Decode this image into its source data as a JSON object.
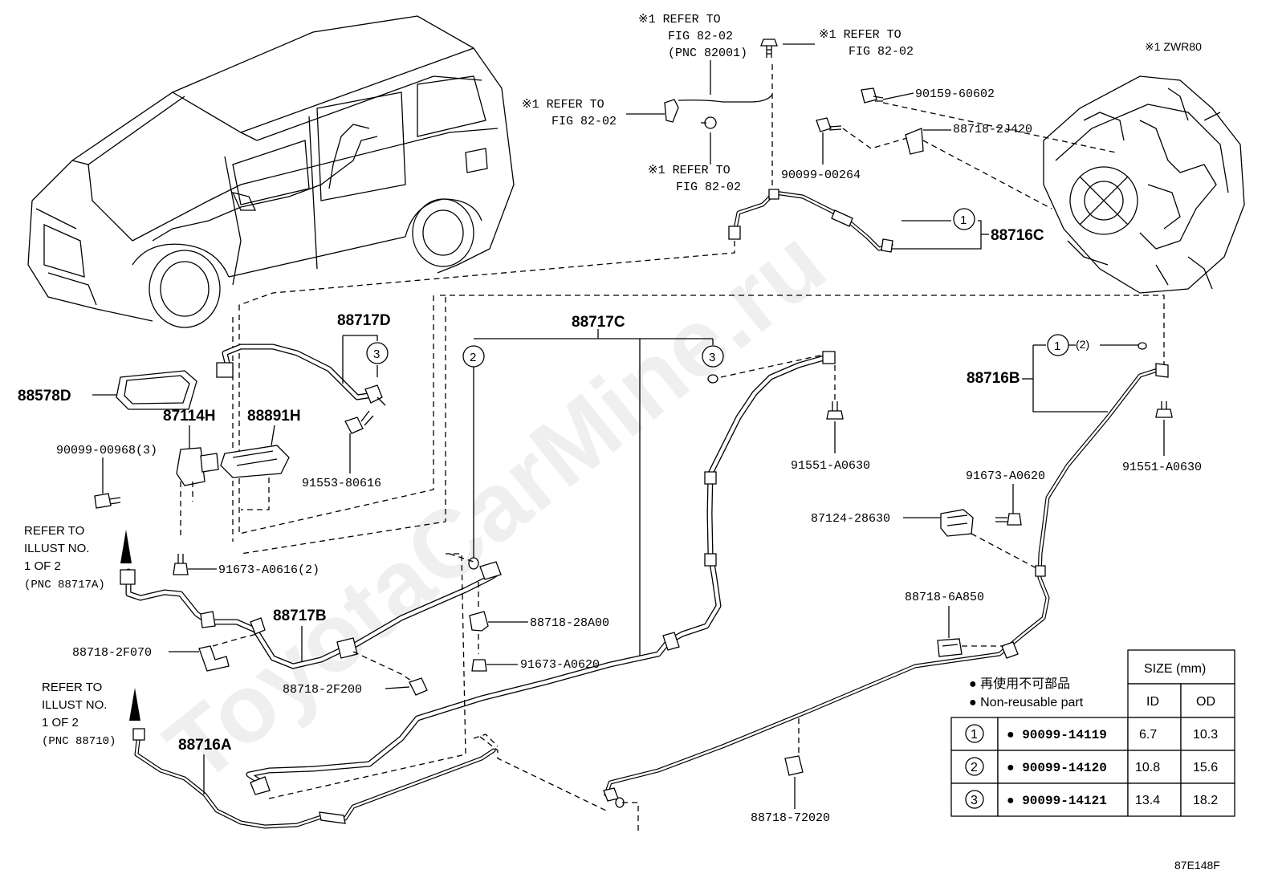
{
  "notes": {
    "refer_fig_a_line1": "※1 REFER TO",
    "refer_fig_a_line2": "FIG 82-02",
    "refer_fig_a_line3": "(PNC 82001)",
    "refer_fig_b_line1": "※1 REFER TO",
    "refer_fig_b_line2": "FIG 82-02",
    "refer_fig_c_line1": "※1 REFER TO",
    "refer_fig_c_line2": "FIG 82-02",
    "refer_fig_d_line1": "※1 REFER TO",
    "refer_fig_d_line2": "FIG 82-02",
    "model_note": "※1 ZWR80",
    "refer_illust_a_line1": "REFER TO",
    "refer_illust_a_line2": "ILLUST NO.",
    "refer_illust_a_line3": "1 OF 2",
    "refer_illust_a_line4": "(PNC 88717A)",
    "refer_illust_b_line1": "REFER TO",
    "refer_illust_b_line2": "ILLUST NO.",
    "refer_illust_b_line3": "1 OF 2",
    "refer_illust_b_line4": "(PNC 88710)"
  },
  "parts": {
    "p90159_60602": "90159-60602",
    "p88718_2J420": "88718-2J420",
    "p90099_00264": "90099-00264",
    "p88716C": "88716C",
    "p88717D": "88717D",
    "p88578D": "88578D",
    "p87114H": "87114H",
    "p88891H": "88891H",
    "p90099_00968": "90099-00968(3)",
    "p91553_80616": "91553-80616",
    "p91673_A0616": "91673-A0616(2)",
    "p88717C": "88717C",
    "p91551_A0630_a": "91551-A0630",
    "p91551_A0630_b": "91551-A0630",
    "p88716B": "88716B",
    "p91673_A0620_a": "91673-A0620",
    "p87124_28630": "87124-28630",
    "p88718_6A850": "88718-6A850",
    "p88717B": "88717B",
    "p88718_2F070": "88718-2F070",
    "p88718_2F200": "88718-2F200",
    "p88718_28A00": "88718-28A00",
    "p91673_A0620_b": "91673-A0620",
    "p88716A": "88716A",
    "p88718_72020": "88718-72020",
    "oring_qty": "(2)"
  },
  "callouts": {
    "c1": "1",
    "c2": "2",
    "c3": "3",
    "c1b": "1",
    "c3b": "3"
  },
  "legend": {
    "line_jp": "● 再使用不可部品",
    "line_en": "● Non-reusable part"
  },
  "table": {
    "size_header": "SIZE (mm)",
    "col_id": "ID",
    "col_od": "OD",
    "rows": [
      {
        "ref": "1",
        "part": "● 90099-14119",
        "id": "6.7",
        "od": "10.3"
      },
      {
        "ref": "2",
        "part": "● 90099-14120",
        "id": "10.8",
        "od": "15.6"
      },
      {
        "ref": "3",
        "part": "● 90099-14121",
        "id": "13.4",
        "od": "18.2"
      }
    ]
  },
  "illustration_code": "87E148F",
  "watermark": "ToyotaCarMine.ru"
}
